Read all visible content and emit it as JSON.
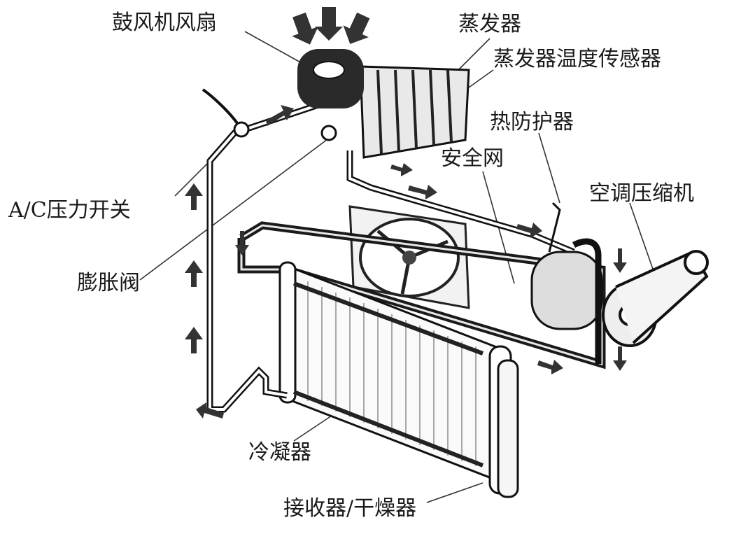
{
  "labels": {
    "blower_fan": "鼓风机风扇",
    "evaporator": "蒸发器",
    "evaporator_temp_sensor": "蒸发器温度传感器",
    "thermal_protector": "热防护器",
    "safety_net": "安全网",
    "ac_compressor": "空调压缩机",
    "ac_pressure_switch": "A/C压力开关",
    "expansion_valve": "膨胀阀",
    "condenser": "冷凝器",
    "receiver_dryer": "接收器/干燥器"
  }
}
